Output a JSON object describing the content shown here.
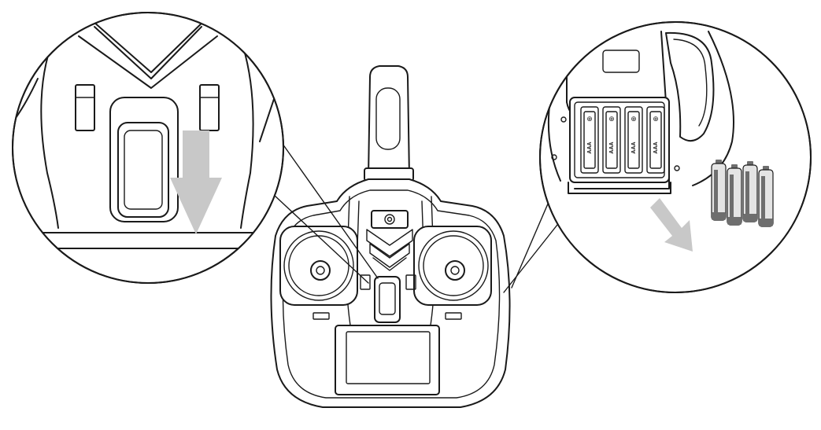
{
  "diagram": {
    "colors": {
      "stroke": "#1a1a1a",
      "background": "#ffffff",
      "arrow": "#c8c8c8",
      "battery_body": "#e4e4e4",
      "battery_stripe": "#6e6e6e"
    },
    "battery_slot_labels": [
      "AAA",
      "AAA",
      "AAA",
      "AAA"
    ],
    "battery_slot_polarity": [
      "⊕",
      "⊕",
      "⊕",
      "⊕"
    ],
    "icons": [
      "downward-arrow-icon",
      "diagonal-arrow-icon",
      "aaa-battery-icon"
    ]
  }
}
